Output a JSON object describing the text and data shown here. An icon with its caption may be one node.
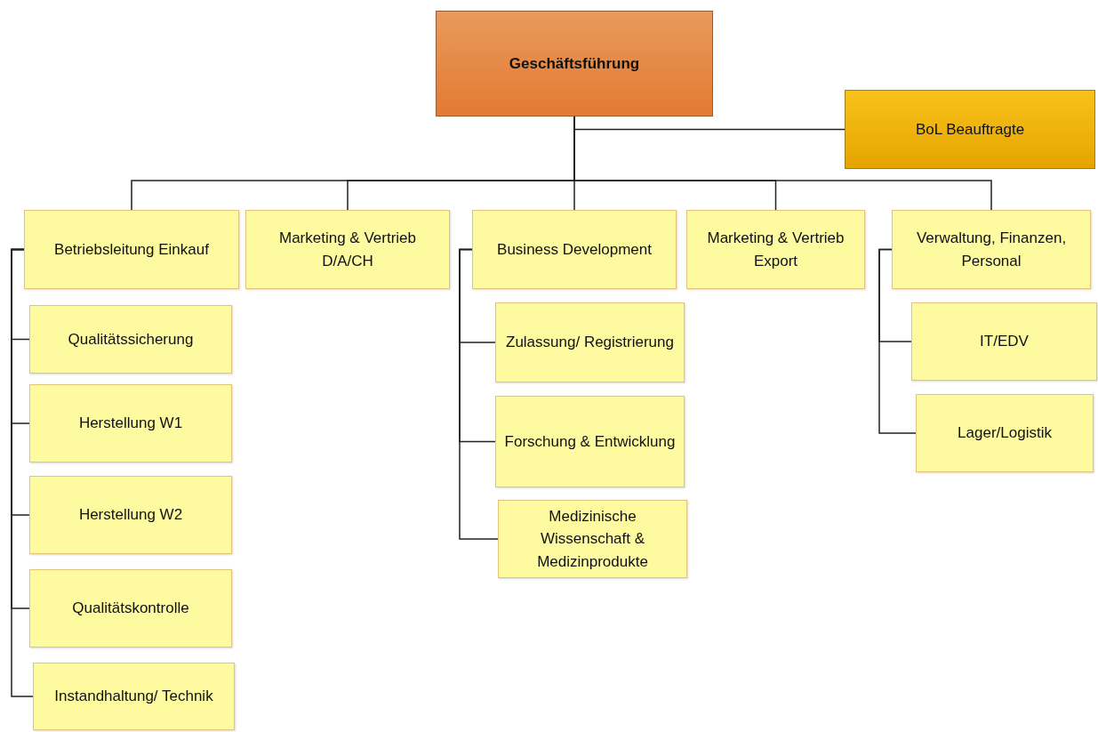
{
  "diagram": {
    "nodes": [
      {
        "text": [
          "Geschäftsführung"
        ]
      },
      {
        "text": [
          "BoL Beauftragte"
        ]
      },
      {
        "text": [
          "Betriebsleitung Einkauf"
        ]
      },
      {
        "text": [
          "Marketing & Vertrieb D/A/CH"
        ]
      },
      {
        "text": [
          "Business Development"
        ]
      },
      {
        "text": [
          "Marketing & Vertrieb Export"
        ]
      },
      {
        "text": [
          "Verwaltung, Finanzen, Personal"
        ]
      },
      {
        "text": [
          "Qualitätssicherung"
        ]
      },
      {
        "text": [
          "Herstellung W1"
        ]
      },
      {
        "text": [
          "Herstellung W2"
        ]
      },
      {
        "text": [
          "Qualitätskontrolle"
        ]
      },
      {
        "text": [
          "Instandhaltung/ Technik"
        ]
      },
      {
        "text": [
          "Zulassung/ Registrierung"
        ]
      },
      {
        "text": [
          "Forschung & Entwicklung"
        ]
      },
      {
        "text": [
          "Medizinische Wissenschaft & Medizinprodukte"
        ]
      },
      {
        "text": [
          "IT/EDV"
        ]
      },
      {
        "text": [
          "Lager/Logistik"
        ]
      }
    ],
    "edges": [
      {
        "from": 0,
        "to": 1,
        "arrow": "none"
      },
      {
        "from": 0,
        "to": 2,
        "arrow": "none"
      },
      {
        "from": 0,
        "to": 3,
        "arrow": "none"
      },
      {
        "from": 0,
        "to": 4,
        "arrow": "none"
      },
      {
        "from": 0,
        "to": 5,
        "arrow": "none"
      },
      {
        "from": 0,
        "to": 6,
        "arrow": "none"
      },
      {
        "from": 2,
        "to": 7,
        "arrow": "none"
      },
      {
        "from": 2,
        "to": 8,
        "arrow": "none"
      },
      {
        "from": 2,
        "to": 9,
        "arrow": "none"
      },
      {
        "from": 2,
        "to": 10,
        "arrow": "none"
      },
      {
        "from": 2,
        "to": 11,
        "arrow": "none"
      },
      {
        "from": 4,
        "to": 12,
        "arrow": "none"
      },
      {
        "from": 4,
        "to": 13,
        "arrow": "none"
      },
      {
        "from": 4,
        "to": 14,
        "arrow": "none"
      },
      {
        "from": 6,
        "to": 15,
        "arrow": "none"
      },
      {
        "from": 6,
        "to": 16,
        "arrow": "none"
      }
    ]
  }
}
